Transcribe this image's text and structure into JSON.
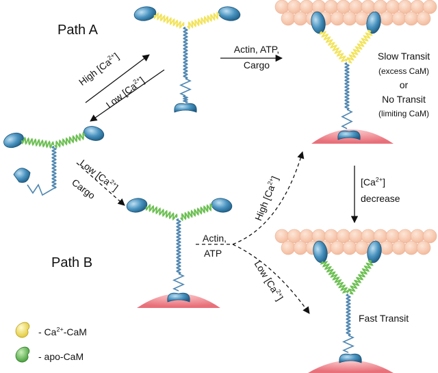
{
  "labels": {
    "path_a": "Path A",
    "path_b": "Path B",
    "high_ca_1": "High [Ca",
    "low_ca_1": "Low [Ca",
    "low_ca_2": "Low [Ca",
    "cargo_1": "Cargo",
    "actin_atp_cargo_line1": "Actin, ATP,",
    "actin_atp_cargo_line2": "Cargo",
    "slow_transit": "Slow Transit",
    "excess_cam": "(excess CaM)",
    "or": "or",
    "no_transit": "No Transit",
    "limiting_cam": "(limiting CaM)",
    "ca_decrease_line1": "[Ca",
    "ca_decrease_line2": "decrease",
    "actin_line": "Actin,",
    "atp_line": "ATP",
    "high_ca_2": "High [Ca",
    "low_ca_3": "Low [Ca",
    "fast_transit": "Fast Transit",
    "legend_ca_cam_prefix": "- Ca",
    "legend_ca_cam_suffix": "-CaM",
    "legend_apo_cam": "- apo-CaM",
    "ca_charge": "2+",
    "bracket_close": "]"
  },
  "colors": {
    "ca_cam": "#f2e35a",
    "apo_cam": "#6cbf52",
    "motor_head": "#3d86b3",
    "coil": "#4f86b0",
    "actin": "#f8ccb0",
    "cargo": "#f07f88"
  }
}
